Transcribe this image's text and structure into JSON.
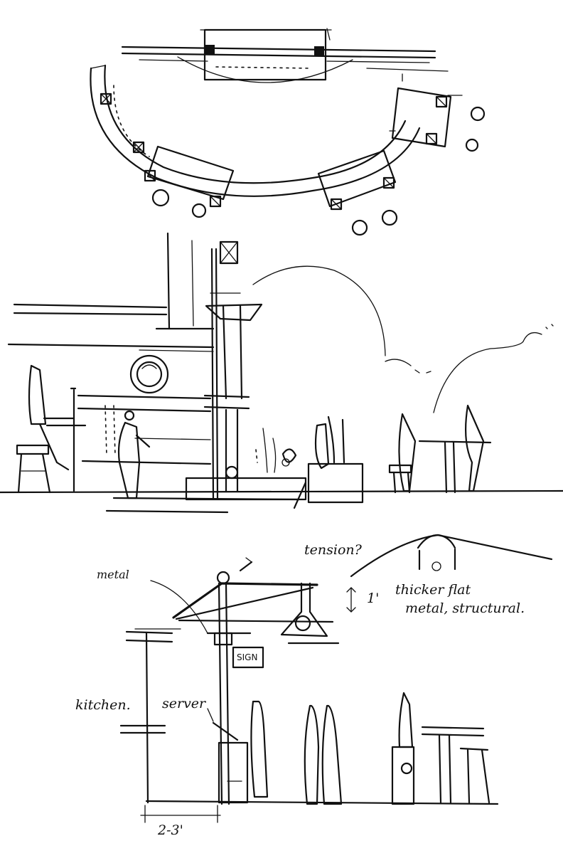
{
  "annotations": {
    "metal": "metal",
    "tension": "tension?",
    "one_foot": "1'",
    "thick_flat": "thicker flat",
    "metal_structural": "metal, structural.",
    "sign": "SIGN",
    "kitchen": "kitchen.",
    "server": "server",
    "dimension": "2-3'"
  },
  "colors": {
    "ink": "#111111",
    "paper": "#ffffff"
  }
}
